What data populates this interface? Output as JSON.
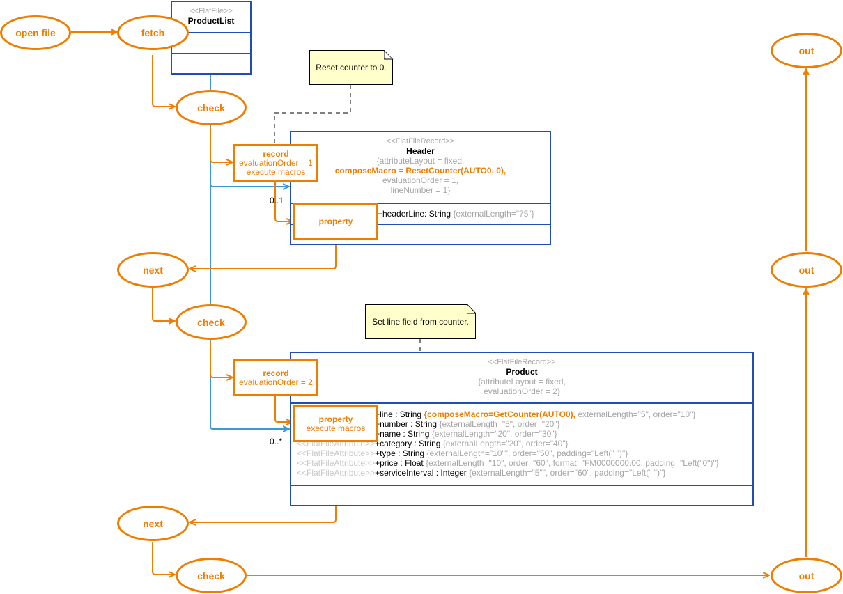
{
  "colors": {
    "flow": "#ef7d00",
    "uml_border": "#1f4fb4",
    "connector": "#3a9ad9",
    "note_bg": "#ffffcc",
    "grey_text": "#a6a6a6"
  },
  "flow": {
    "open_file": "open file",
    "fetch": "fetch",
    "check_1": "check",
    "next_1": "next",
    "check_2": "check",
    "next_2": "next",
    "check_3": "check",
    "out_top": "out",
    "out_mid": "out",
    "out_bottom": "out"
  },
  "product_list": {
    "stereotype": "<<FlatFile>>",
    "name": "ProductList"
  },
  "header_record": {
    "stereotype": "<<FlatFileRecord>>",
    "name": "Header",
    "tv_1": "{attributeLayout = fixed,",
    "tv_2": "composeMacro = ResetCounter(AUTO0, 0),",
    "tv_3": "evaluationOrder = 1,",
    "tv_4": "lineNumber = 1}",
    "attr_name": "+headerLine: String ",
    "attr_tag": "{externalLength=\"75\"}",
    "multiplicity": "0..1"
  },
  "product_record": {
    "stereotype": "<<FlatFileRecord>>",
    "name": "Product",
    "tv_1": "{attributeLayout = fixed,",
    "tv_2": "evaluationOrder = 2}",
    "multiplicity": "0..*",
    "attr_stereotype": "<<FlatFileAttribute>>",
    "attrs": [
      {
        "name": "+line : String ",
        "hl": "{composeMacro=GetCounter(AUTO0),",
        "tag": " externalLength=\"5\", order=\"10\"}"
      },
      {
        "name": "+number : String ",
        "tag": "{externalLength=\"5\", order=\"20\"}"
      },
      {
        "name": "+name : String ",
        "tag": "{externalLength=\"20\", order=\"30\"}"
      },
      {
        "name": "+category : String ",
        "tag": "{externalLength=\"20\", order=\"40\"}"
      },
      {
        "name": "+type : String ",
        "tag": "{externalLength=\"10\"\", order=\"50\", padding=\"Left(\" \")\"}"
      },
      {
        "name": "+price : Float ",
        "tag": "{externalLength=\"10\", order=\"60\", format=\"FM0000000.00, padding=\"Left(\"0\")\"}"
      },
      {
        "name": "+serviceInterval : Integer ",
        "tag": "{externalLength=\"5\"\", order=\"60\", padding=\"Left(\" \")\"}"
      }
    ]
  },
  "overlays": {
    "record_1": {
      "l1": "record",
      "l2": "evaluationOrder = 1",
      "l3": "execute macros"
    },
    "property_1": {
      "l1": "property"
    },
    "record_2": {
      "l1": "record",
      "l2": "evaluationOrder = 2"
    },
    "property_2": {
      "l1": "property",
      "l2": "execute macros"
    }
  },
  "notes": {
    "reset": "Reset counter to 0.",
    "set_line": "Set line field from counter."
  }
}
